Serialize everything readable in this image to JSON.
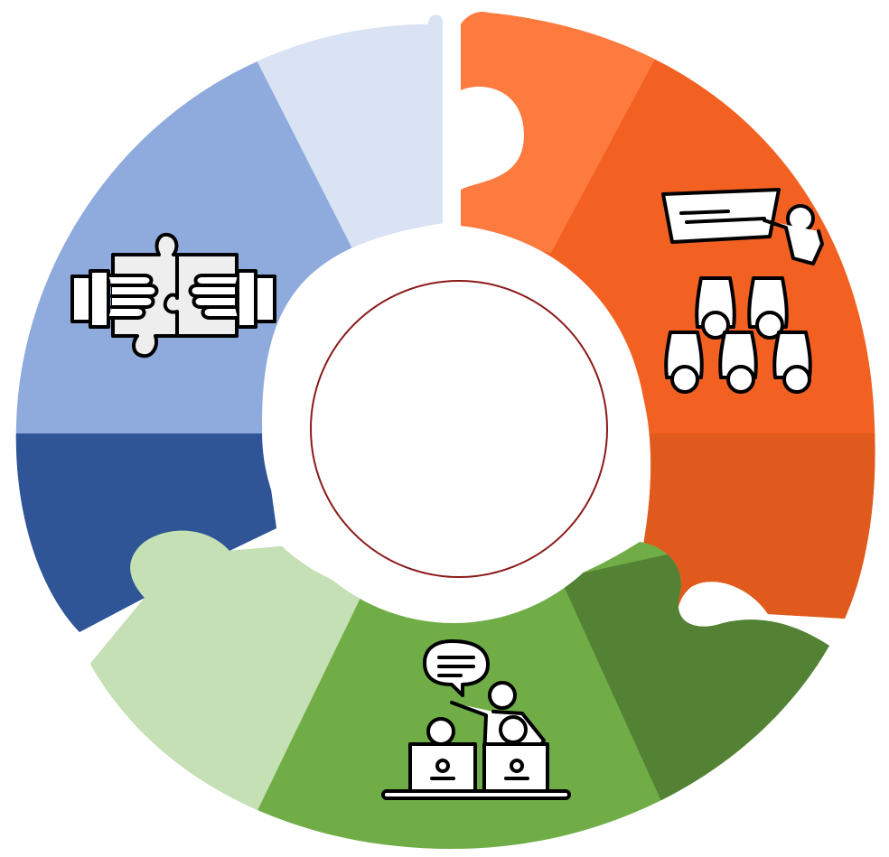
{
  "diagram": {
    "type": "puzzle-ring",
    "center_label": "",
    "segments": [
      {
        "id": "blue",
        "icon": "handshake-puzzle-icon",
        "colors": {
          "light": "#dae3f3",
          "mid": "#8faadc",
          "dark": "#2f5597"
        }
      },
      {
        "id": "orange",
        "icon": "classroom-presentation-icon",
        "colors": {
          "light": "#fd7b3f",
          "mid": "#f26122",
          "dark": "#e05a1e"
        }
      },
      {
        "id": "green",
        "icon": "teacher-students-discussion-icon",
        "colors": {
          "light": "#c5e0b4",
          "mid": "#70ad47",
          "dark": "#548235"
        }
      }
    ],
    "center_ring_color": "#8b1a1a"
  }
}
